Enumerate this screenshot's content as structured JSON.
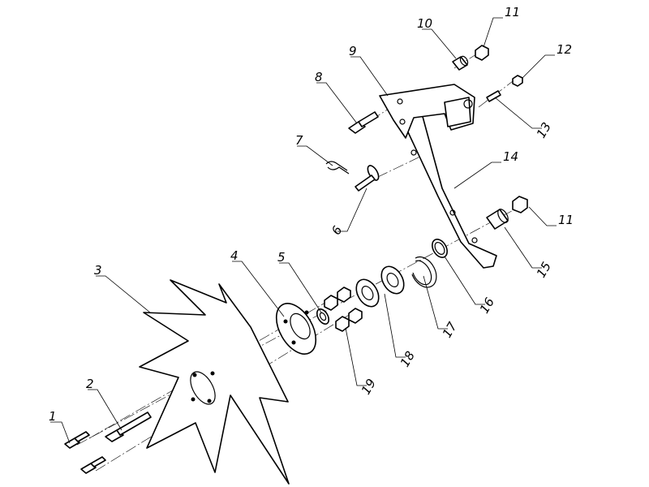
{
  "diagram": {
    "type": "exploded-assembly-drawing",
    "colors": {
      "line": "#000000",
      "background": "#ffffff"
    },
    "callouts": [
      {
        "id": "c1",
        "label": "1"
      },
      {
        "id": "c2",
        "label": "2"
      },
      {
        "id": "c3",
        "label": "3"
      },
      {
        "id": "c4",
        "label": "4"
      },
      {
        "id": "c5",
        "label": "5"
      },
      {
        "id": "c6",
        "label": "6"
      },
      {
        "id": "c7",
        "label": "7"
      },
      {
        "id": "c8",
        "label": "8"
      },
      {
        "id": "c9",
        "label": "9"
      },
      {
        "id": "c10",
        "label": "10"
      },
      {
        "id": "c11a",
        "label": "11"
      },
      {
        "id": "c11b",
        "label": "11"
      },
      {
        "id": "c12",
        "label": "12"
      },
      {
        "id": "c13",
        "label": "13"
      },
      {
        "id": "c14",
        "label": "14"
      },
      {
        "id": "c15",
        "label": "15"
      },
      {
        "id": "c16",
        "label": "16"
      },
      {
        "id": "c17",
        "label": "17"
      },
      {
        "id": "c18",
        "label": "18"
      },
      {
        "id": "c19",
        "label": "19"
      }
    ]
  }
}
